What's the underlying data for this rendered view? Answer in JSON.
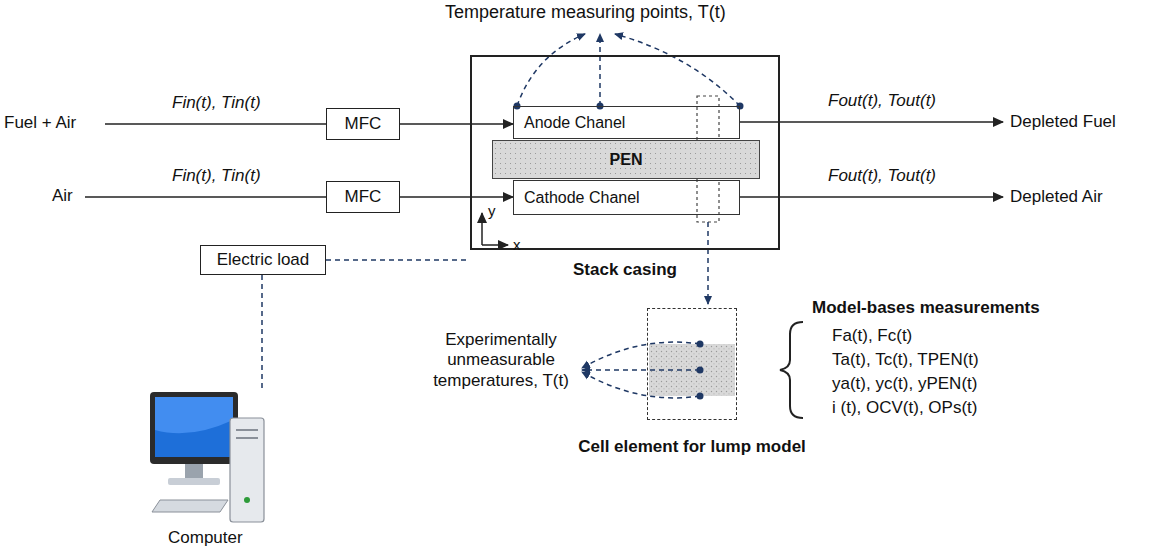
{
  "diagram": {
    "nodes": [
      {
        "text": [
          "MFC"
        ]
      },
      {
        "text": [
          "MFC"
        ]
      },
      {
        "text": [
          "Stack casing"
        ]
      },
      {
        "text": [
          "Anode Chanel"
        ],
        "in": 2
      },
      {
        "text": [
          "PEN"
        ],
        "in": 2
      },
      {
        "text": [
          "Cathode Chanel"
        ],
        "in": 2
      },
      {
        "text": [
          "Electric load"
        ]
      },
      {
        "text": [
          "Cell element for lump model"
        ]
      }
    ],
    "edges": [
      {
        "from": 0,
        "to": 3,
        "arrow": "to"
      },
      {
        "from": 1,
        "to": 5,
        "arrow": "to"
      },
      {
        "from": 6,
        "to": 2,
        "arrow": "none"
      }
    ],
    "labels": [
      "Temperature measuring points, T(t)",
      "Fuel + Air",
      "Fin(t), Tin(t)",
      "Air",
      "Fin(t), Tin(t)",
      "Fout(t), Tout(t)",
      "Depleted Fuel",
      "Fout(t), Tout(t)",
      "Depleted Air",
      "y",
      "x",
      "Computer",
      "Experimentally unmeasurable temperatures, T(t)",
      "Model-bases measurements",
      "Fa(t), Fc(t)",
      "Ta(t), Tc(t), TPEN(t)",
      "ya(t), yc(t), yPEN(t)",
      "i (t), OCV(t), OPs(t)"
    ]
  }
}
